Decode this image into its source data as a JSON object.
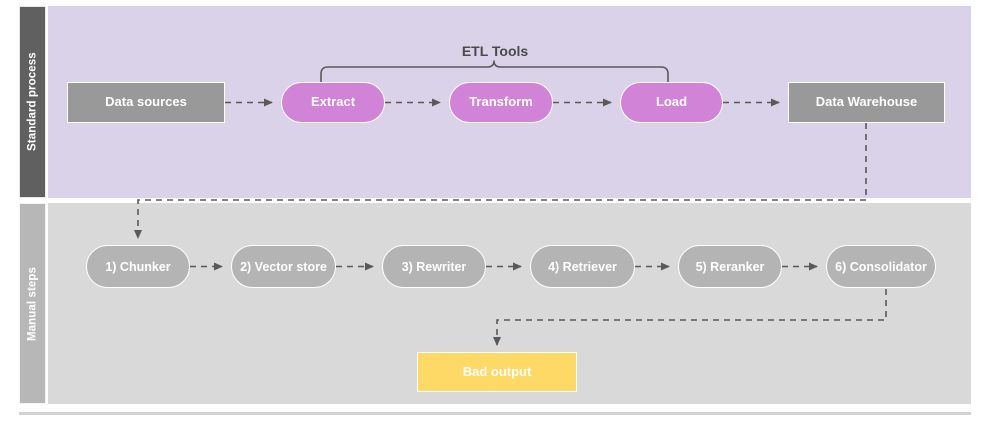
{
  "diagram": {
    "title_label": "ETL Tools",
    "lanes": [
      {
        "id": "standard-process",
        "label": "Standard process",
        "band_color": "#d9d2e9",
        "label_color": "#606060"
      },
      {
        "id": "manual-steps",
        "label": "Manual steps",
        "band_color": "#d9d9d9",
        "label_color": "#b7b7b7"
      }
    ],
    "colors": {
      "gray_node": "#999999",
      "purple_node": "#d183d8",
      "steel_node": "#b4b4b4",
      "yellow_node": "#ffd966",
      "connector": "#595959",
      "node_text": "#ffffff",
      "label_text": "#4a4a4a"
    },
    "top_nodes": [
      {
        "id": "data-sources",
        "label": "Data sources",
        "shape": "rect",
        "color": "#999999"
      },
      {
        "id": "extract",
        "label": "Extract",
        "shape": "pill",
        "color": "#d183d8"
      },
      {
        "id": "transform",
        "label": "Transform",
        "shape": "pill",
        "color": "#d183d8"
      },
      {
        "id": "load",
        "label": "Load",
        "shape": "pill",
        "color": "#d183d8"
      },
      {
        "id": "data-warehouse",
        "label": "Data Warehouse",
        "shape": "rect",
        "color": "#999999"
      }
    ],
    "bottom_nodes": [
      {
        "id": "chunker",
        "label": "1) Chunker",
        "shape": "pill",
        "color": "#b4b4b4"
      },
      {
        "id": "vector-store",
        "label": "2) Vector store",
        "shape": "pill",
        "color": "#b4b4b4"
      },
      {
        "id": "rewriter",
        "label": "3) Rewriter",
        "shape": "pill",
        "color": "#b4b4b4"
      },
      {
        "id": "retriever",
        "label": "4) Retriever",
        "shape": "pill",
        "color": "#b4b4b4"
      },
      {
        "id": "reranker",
        "label": "5) Reranker",
        "shape": "pill",
        "color": "#b4b4b4"
      },
      {
        "id": "consolidator",
        "label": "6) Consolidator",
        "shape": "pill",
        "color": "#b4b4b4"
      }
    ],
    "output_node": {
      "id": "bad-output",
      "label": "Bad output",
      "shape": "rect",
      "color": "#ffd966"
    },
    "edges": [
      {
        "from": "data-sources",
        "to": "extract",
        "style": "dashed-arrow"
      },
      {
        "from": "extract",
        "to": "transform",
        "style": "dashed-arrow"
      },
      {
        "from": "transform",
        "to": "load",
        "style": "dashed-arrow"
      },
      {
        "from": "load",
        "to": "data-warehouse",
        "style": "dashed-arrow"
      },
      {
        "from": "data-warehouse",
        "to": "chunker",
        "style": "dashed-arrow-elbow"
      },
      {
        "from": "chunker",
        "to": "vector-store",
        "style": "dashed-arrow"
      },
      {
        "from": "vector-store",
        "to": "rewriter",
        "style": "dashed-arrow"
      },
      {
        "from": "rewriter",
        "to": "retriever",
        "style": "dashed-arrow"
      },
      {
        "from": "retriever",
        "to": "reranker",
        "style": "dashed-arrow"
      },
      {
        "from": "reranker",
        "to": "consolidator",
        "style": "dashed-arrow"
      },
      {
        "from": "consolidator",
        "to": "bad-output",
        "style": "dashed-arrow-elbow"
      }
    ],
    "brace": {
      "label": "ETL Tools",
      "covers": [
        "extract",
        "transform",
        "load"
      ]
    }
  }
}
